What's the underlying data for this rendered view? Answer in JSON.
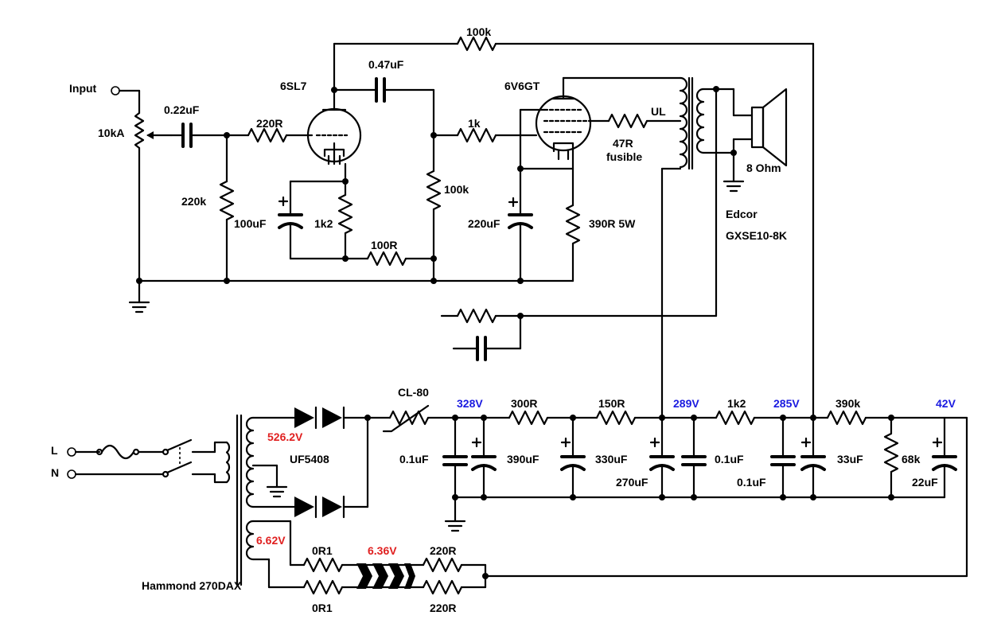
{
  "colors": {
    "wire": "#000000",
    "ac_voltage": "#e02020",
    "dc_voltage": "#1a1ae0"
  },
  "labels": {
    "input": "Input",
    "pot": "10kA",
    "c_in": "0.22uF",
    "r_grid1": "220R",
    "r_grid_leak": "220k",
    "c_cath1": "100uF",
    "r_cath1": "1k2",
    "r_fb": "100R",
    "tube1": "6SL7",
    "c_couple": "0.47uF",
    "r_plate1": "100k",
    "r_nfb": "100k",
    "tube2": "6V6GT",
    "r_grid2": "1k",
    "c_cath2": "220uF",
    "r_cath2": "390R 5W",
    "r_screen": "47R",
    "r_screen_note": "fusible",
    "ul_tap": "UL",
    "speaker": "8 Ohm",
    "ot_brand": "Edcor",
    "ot_model": "GXSE10-8K",
    "line_l": "L",
    "line_n": "N",
    "pt": "Hammond 270DAX",
    "diode": "UF5408",
    "ntc": "CL-80",
    "c_ps0": "0.1uF",
    "c_ps1": "390uF",
    "r_ps1": "300R",
    "c_ps2": "330uF",
    "r_ps2": "150R",
    "c_ps3": "270uF",
    "c_ps3b": "0.1uF",
    "r_ps3": "1k2",
    "c_ps4b": "0.1uF",
    "c_ps4": "33uF",
    "r_ps4": "390k",
    "r_ps5": "68k",
    "c_ps5": "22uF",
    "r_fil1": "0R1",
    "r_fil2": "0R1",
    "r_hum1": "220R",
    "r_hum2": "220R"
  },
  "voltages": {
    "hv_ac": "526.2V",
    "fil_ac": "6.62V",
    "fil_load": "6.36V",
    "b1": "328V",
    "b2": "289V",
    "b3": "285V",
    "b4": "42V"
  }
}
